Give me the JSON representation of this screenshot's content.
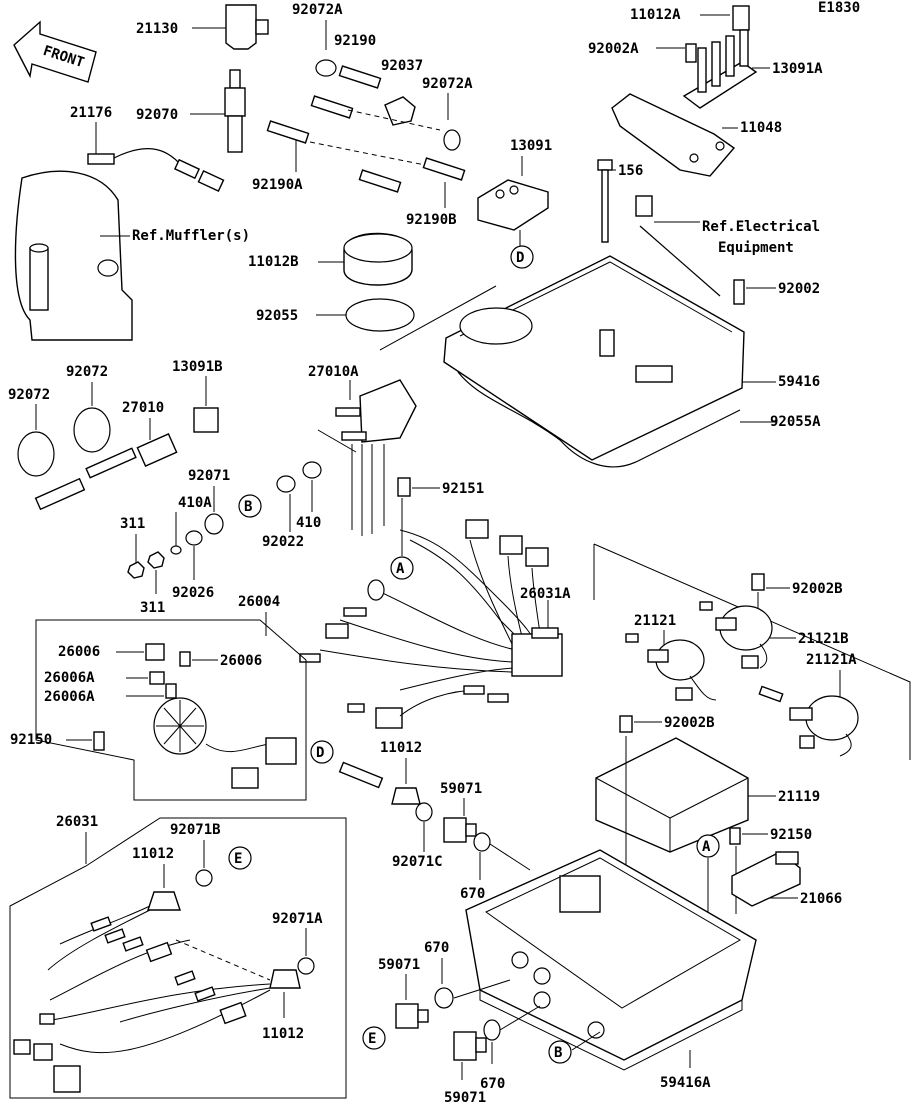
{
  "diagram_code": "E1830",
  "front_label": "FRONT",
  "labels": {
    "p21130": "21130",
    "p92072A_1": "92072A",
    "p92190": "92190",
    "p92037": "92037",
    "p92072A_2": "92072A",
    "p11012A": "11012A",
    "p92002A": "92002A",
    "p13091A": "13091A",
    "p11048": "11048",
    "p21176": "21176",
    "p92070": "92070",
    "p92190A": "92190A",
    "p13091": "13091",
    "p92190B": "92190B",
    "p156": "156",
    "ref_muffler": "Ref.Muffler(s)",
    "ref_elec_1": "Ref.Electrical",
    "ref_elec_2": "Equipment",
    "p11012B": "11012B",
    "p92002": "92002",
    "p92055": "92055",
    "p59416": "59416",
    "p92055A": "92055A",
    "p92072_a": "92072",
    "p92072_b": "92072",
    "p13091B": "13091B",
    "p27010A": "27010A",
    "p27010": "27010",
    "p92071": "92071",
    "p410A": "410A",
    "p92151": "92151",
    "p311_a": "311",
    "p92022": "92022",
    "p410": "410",
    "p311_b": "311",
    "p92026": "92026",
    "p26031A": "26031A",
    "p26004": "26004",
    "p92002B_1": "92002B",
    "p21121": "21121",
    "p21121B": "21121B",
    "p26006_a": "26006",
    "p26006_b": "26006",
    "p26006A_1": "26006A",
    "p26006A_2": "26006A",
    "p21121A": "21121A",
    "p92150_a": "92150",
    "p92002B_2": "92002B",
    "p11012_a": "11012",
    "p59071_a": "59071",
    "p21119": "21119",
    "p26031": "26031",
    "p92071B": "92071B",
    "p92071C": "92071C",
    "p92150_b": "92150",
    "p11012_b": "11012",
    "p670_a": "670",
    "p21066": "21066",
    "p92071A": "92071A",
    "p670_b": "670",
    "p59071_b": "59071",
    "p11012_c": "11012",
    "p670_c": "670",
    "p59416A": "59416A",
    "p59071_c": "59071"
  },
  "callouts": {
    "d1": "D",
    "b1": "B",
    "a1": "A",
    "d2": "D",
    "e1": "E",
    "a2": "A",
    "e2": "E",
    "b2": "B"
  }
}
